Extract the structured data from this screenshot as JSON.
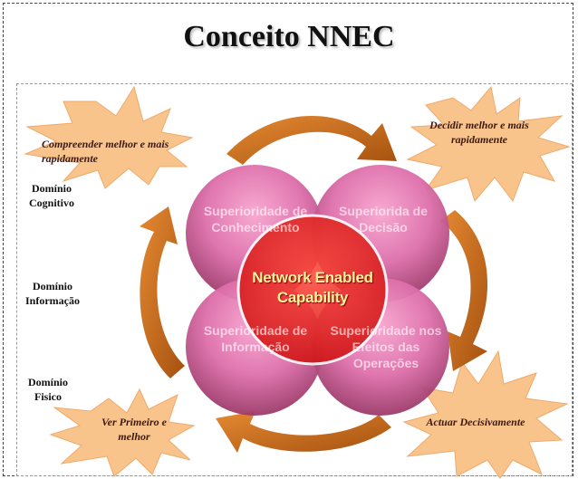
{
  "title": "Conceito NNEC",
  "domains": {
    "cognitive": "Domínio Cognitivo",
    "information": "Domínio Informação",
    "physical": "Domínio Fisico"
  },
  "bursts": {
    "top_left": "Compreender melhor e mais rapidamente",
    "top_right": "Decidir  melhor e mais rapidamente",
    "bottom_left": "Ver Primeiro e melhor",
    "bottom_right": "Actuar Decisivamente"
  },
  "circles": {
    "top_left": "Superioridade de Conhecimento",
    "top_right": "Superiorida de Decisão",
    "bottom_left": "Superioridade de Informação",
    "bottom_right": "Superioridade nos Efeitos das Operações"
  },
  "center": "Network Enabled Capability",
  "colors": {
    "burst_fill": "#f9c38c",
    "arrow_fill": "#c7661a",
    "circle_fill": "#e17db1",
    "center_fill": "#e8211f",
    "center_text": "#fff59a"
  }
}
